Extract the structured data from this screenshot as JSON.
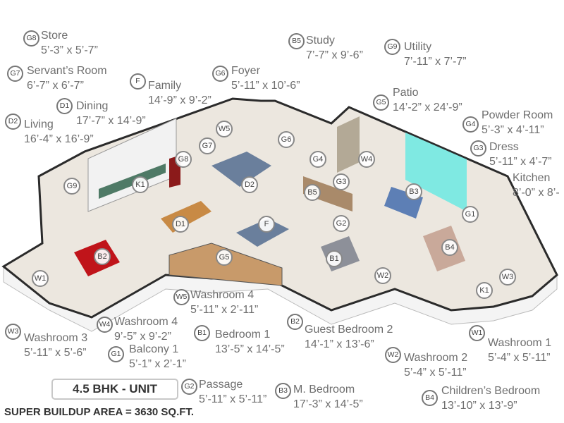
{
  "labels": [
    {
      "code": "G8",
      "name": "Store",
      "dims": "5’-3” x 5’-7”"
    },
    {
      "code": "G7",
      "name": "Servant’s Room",
      "dims": "6’-7” x 6’-7”"
    },
    {
      "code": "F",
      "name": "Family",
      "dims": "14’-9” x 9’-2”"
    },
    {
      "code": "G6",
      "name": "Foyer",
      "dims": "5’-11” x 10’-6”"
    },
    {
      "code": "D1",
      "name": "Dining",
      "dims": "17’-7” x 14’-9”"
    },
    {
      "code": "D2",
      "name": "Living",
      "dims": "16’-4” x 16’-9”"
    },
    {
      "code": "B5",
      "name": "Study",
      "dims": "7’-7” x 9’-6”"
    },
    {
      "code": "G9",
      "name": "Utility",
      "dims": "7’-11” x 7’-7”"
    },
    {
      "code": "G5",
      "name": "Patio",
      "dims": "14’-2” x 24’-9”"
    },
    {
      "code": "G4",
      "name": "Powder Room",
      "dims": "5’-3” x 4’-11”"
    },
    {
      "code": "G3",
      "name": "Dress",
      "dims": "5’-11” x 4’-7”"
    },
    {
      "code": "K1",
      "name": "Kitchen",
      "dims": "8’-0” x 8’-"
    },
    {
      "code": "W5",
      "name": "Washroom 4",
      "dims": "5’-11” x 2’-11”"
    },
    {
      "code": "W4",
      "name": "Washroom 4",
      "dims": "9’-5” x 9’-2”"
    },
    {
      "code": "W3",
      "name": "Washroom 3",
      "dims": "5’-11” x 5’-6”"
    },
    {
      "code": "B1",
      "name": "Bedroom 1",
      "dims": "13’-5” x 14’-5”"
    },
    {
      "code": "G1",
      "name": "Balcony 1",
      "dims": "5’-1” x 2’-1”"
    },
    {
      "code": "B2",
      "name": "Guest Bedroom 2",
      "dims": "14’-1” x 13’-6”"
    },
    {
      "code": "W1",
      "name": "Washroom 1",
      "dims": "5’-4” x 5’-11”"
    },
    {
      "code": "W2",
      "name": "Washroom 2",
      "dims": "5’-4” x 5’-11”"
    },
    {
      "code": "G2",
      "name": "Passage",
      "dims": "5’-11” x 5’-11”"
    },
    {
      "code": "B3",
      "name": "M. Bedroom",
      "dims": "17’-3” x 14’-5”"
    },
    {
      "code": "B4",
      "name": "Children’s Bedroom",
      "dims": "13’-10” x 13’-9”"
    }
  ],
  "plan_markers": [
    "W5",
    "G7",
    "G8",
    "G6",
    "G4",
    "W4",
    "G3",
    "B5",
    "B3",
    "D2",
    "K1",
    "G9",
    "D1",
    "F",
    "G2",
    "B4",
    "G1",
    "B2",
    "B1",
    "G5",
    "W1",
    "W2",
    "W3",
    "K1"
  ],
  "unit_label": "4.5 BHK - UNIT",
  "area_label": "SUPER BUILDUP AREA = 3630 SQ.FT.",
  "colors": {
    "label_text": "#6e6e6e",
    "wall": "#2b2b2b",
    "floor": "#ece7df",
    "accent_wall": "#7fe9e2",
    "bed_red": "#c0141a",
    "wood": "#c88a45"
  }
}
